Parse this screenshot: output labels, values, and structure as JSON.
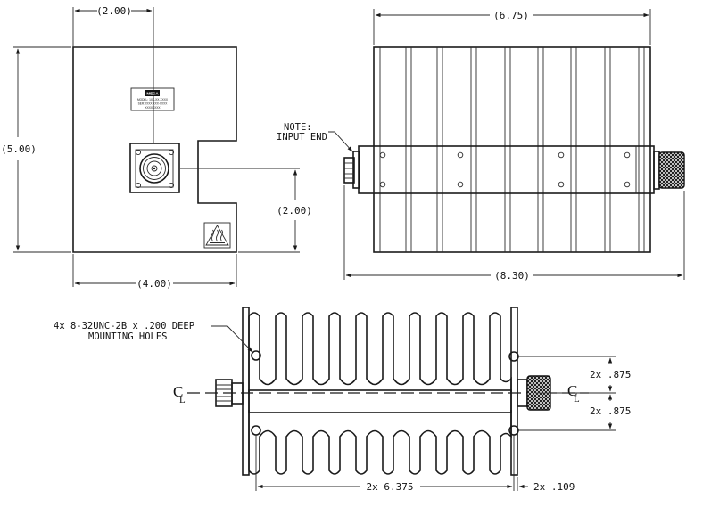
{
  "front_view": {
    "dim_top": "(2.00)",
    "dim_left": "(5.00)",
    "dim_right": "(2.00)",
    "dim_bottom": "(4.00)",
    "nameplate": {
      "logo": "MECA",
      "line1": "MODEL: 1XX-XX-XXXX",
      "line2": "SER:XXXX XXX-XXXX",
      "line3": "XXXXXXXX"
    },
    "warning_label": "hot-surface-warning"
  },
  "side_view": {
    "dim_top": "(6.75)",
    "dim_bottom": "(8.30)",
    "note_line1": "NOTE:",
    "note_line2": "INPUT END"
  },
  "bottom_view": {
    "holes_line1": "4x 8-32UNC-2B x .200 DEEP",
    "holes_line2": "MOUNTING HOLES",
    "cl_left": "C",
    "cl_left_sub": "L",
    "cl_right": "C",
    "cl_right_sub": "L",
    "dim_upper": "2x .875",
    "dim_lower": "2x .875",
    "dim_length": "2x 6.375",
    "dim_edge": "2x .109"
  },
  "colors": {
    "line": "#1a1a1a",
    "background": "#ffffff"
  }
}
